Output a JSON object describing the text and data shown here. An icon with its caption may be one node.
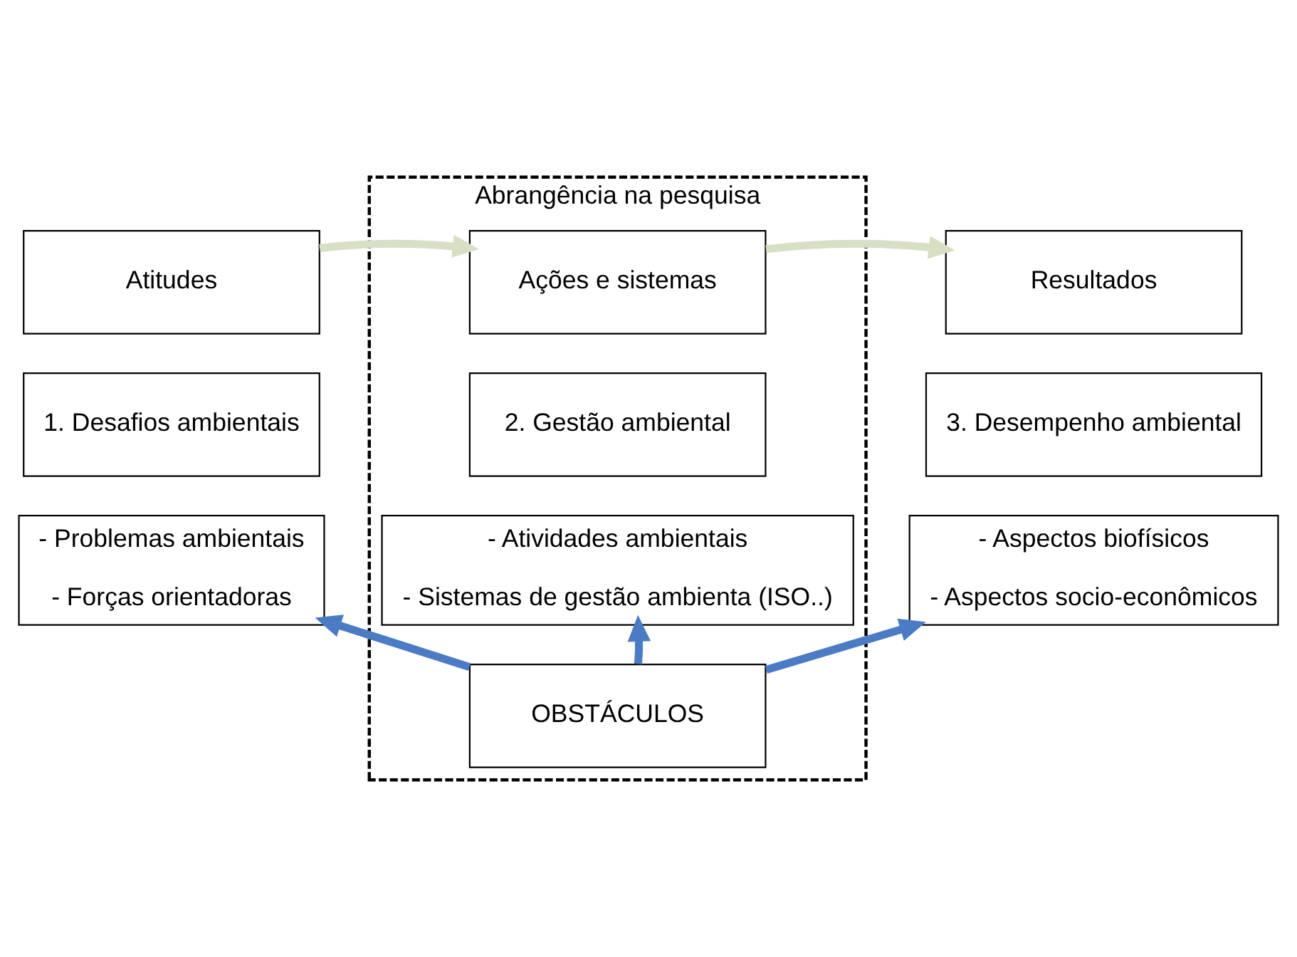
{
  "diagram": {
    "nodes": [
      {
        "text": [
          "Abrangência na pesquisa"
        ]
      },
      {
        "text": [
          "Atitudes"
        ]
      },
      {
        "text": [
          "Ações e sistemas"
        ],
        "in": 0
      },
      {
        "text": [
          "Resultados"
        ]
      },
      {
        "text": [
          "1. Desafios ambientais"
        ]
      },
      {
        "text": [
          "2. Gestão ambiental"
        ],
        "in": 0
      },
      {
        "text": [
          "3. Desempenho ambiental"
        ]
      },
      {
        "text": [
          "- Problemas ambientais",
          "- Forças orientadoras"
        ]
      },
      {
        "text": [
          "- Atividades ambientais",
          "- Sistemas de gestão ambienta (ISO..)"
        ],
        "in": 0
      },
      {
        "text": [
          "- Aspectos biofísicos",
          "- Aspectos socio-econômicos"
        ]
      },
      {
        "text": [
          "OBSTÁCULOS"
        ],
        "in": 0
      }
    ],
    "edges": [
      {
        "from": 1,
        "to": 2,
        "arrow": "to",
        "color": "#d7e0c4"
      },
      {
        "from": 2,
        "to": 3,
        "arrow": "to",
        "color": "#d7e0c4"
      },
      {
        "from": 10,
        "to": 7,
        "arrow": "to"
      },
      {
        "from": 10,
        "to": 8,
        "arrow": "to"
      },
      {
        "from": 10,
        "to": 9,
        "arrow": "to"
      }
    ]
  }
}
